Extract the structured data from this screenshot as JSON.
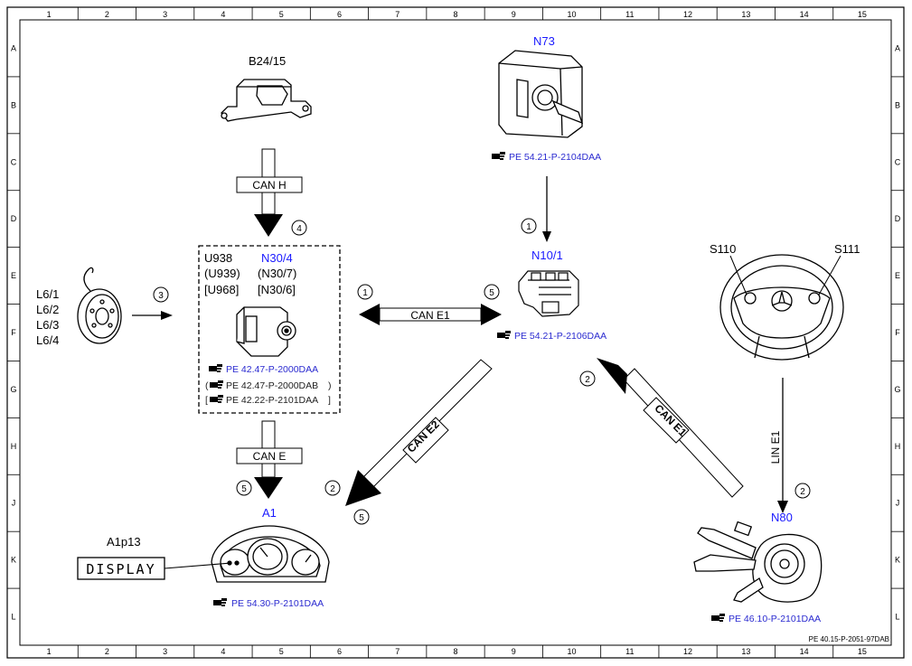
{
  "grid": {
    "cols": [
      "1",
      "2",
      "3",
      "4",
      "5",
      "6",
      "7",
      "8",
      "9",
      "10",
      "11",
      "12",
      "13",
      "14",
      "15"
    ],
    "rows": [
      "A",
      "B",
      "C",
      "D",
      "E",
      "F",
      "G",
      "H",
      "J",
      "K",
      "L"
    ]
  },
  "components": {
    "b24_15": {
      "label": "B24/15"
    },
    "n73": {
      "label": "N73",
      "ref": "PE 54.21-P-2104DAA"
    },
    "n10_1": {
      "label": "N10/1",
      "ref": "PE 54.21-P-2106DAA"
    },
    "n30": {
      "col1": [
        "U938",
        "(U939)",
        "[U968]"
      ],
      "title": "N30/4",
      "col2": [
        "(N30/7)",
        "[N30/6]"
      ],
      "refs": [
        "PE 42.47-P-2000DAA",
        "PE 42.47-P-2000DAB",
        "PE 42.22-P-2101DAA"
      ]
    },
    "l6": {
      "labels": [
        "L6/1",
        "L6/2",
        "L6/3",
        "L6/4"
      ]
    },
    "steering": {
      "s110": "S110",
      "s111": "S111"
    },
    "a1": {
      "label": "A1",
      "ref": "PE 54.30-P-2101DAA"
    },
    "a1p13": {
      "label": "A1p13",
      "display": "DISPLAY"
    },
    "n80": {
      "label": "N80",
      "ref": "PE 46.10-P-2101DAA"
    }
  },
  "buses": {
    "can_h": "CAN H",
    "can_e1": "CAN E1",
    "can_e": "CAN E",
    "can_e2": "CAN E2",
    "can_e1_diag": "CAN E1",
    "lin_e1": "LIN E1"
  },
  "steps": {
    "s_can_h": "4",
    "s_l6": "3",
    "s_left_e1": "1",
    "s_right_e1": "5",
    "s_n73": "1",
    "s_can_e": "5",
    "s_can_e2_a": "2",
    "s_can_e2_b": "5",
    "s_n80_can": "2",
    "s_lin": "2"
  },
  "footer": {
    "doc_id": "PE 40.15-P-2051-97DAB"
  }
}
